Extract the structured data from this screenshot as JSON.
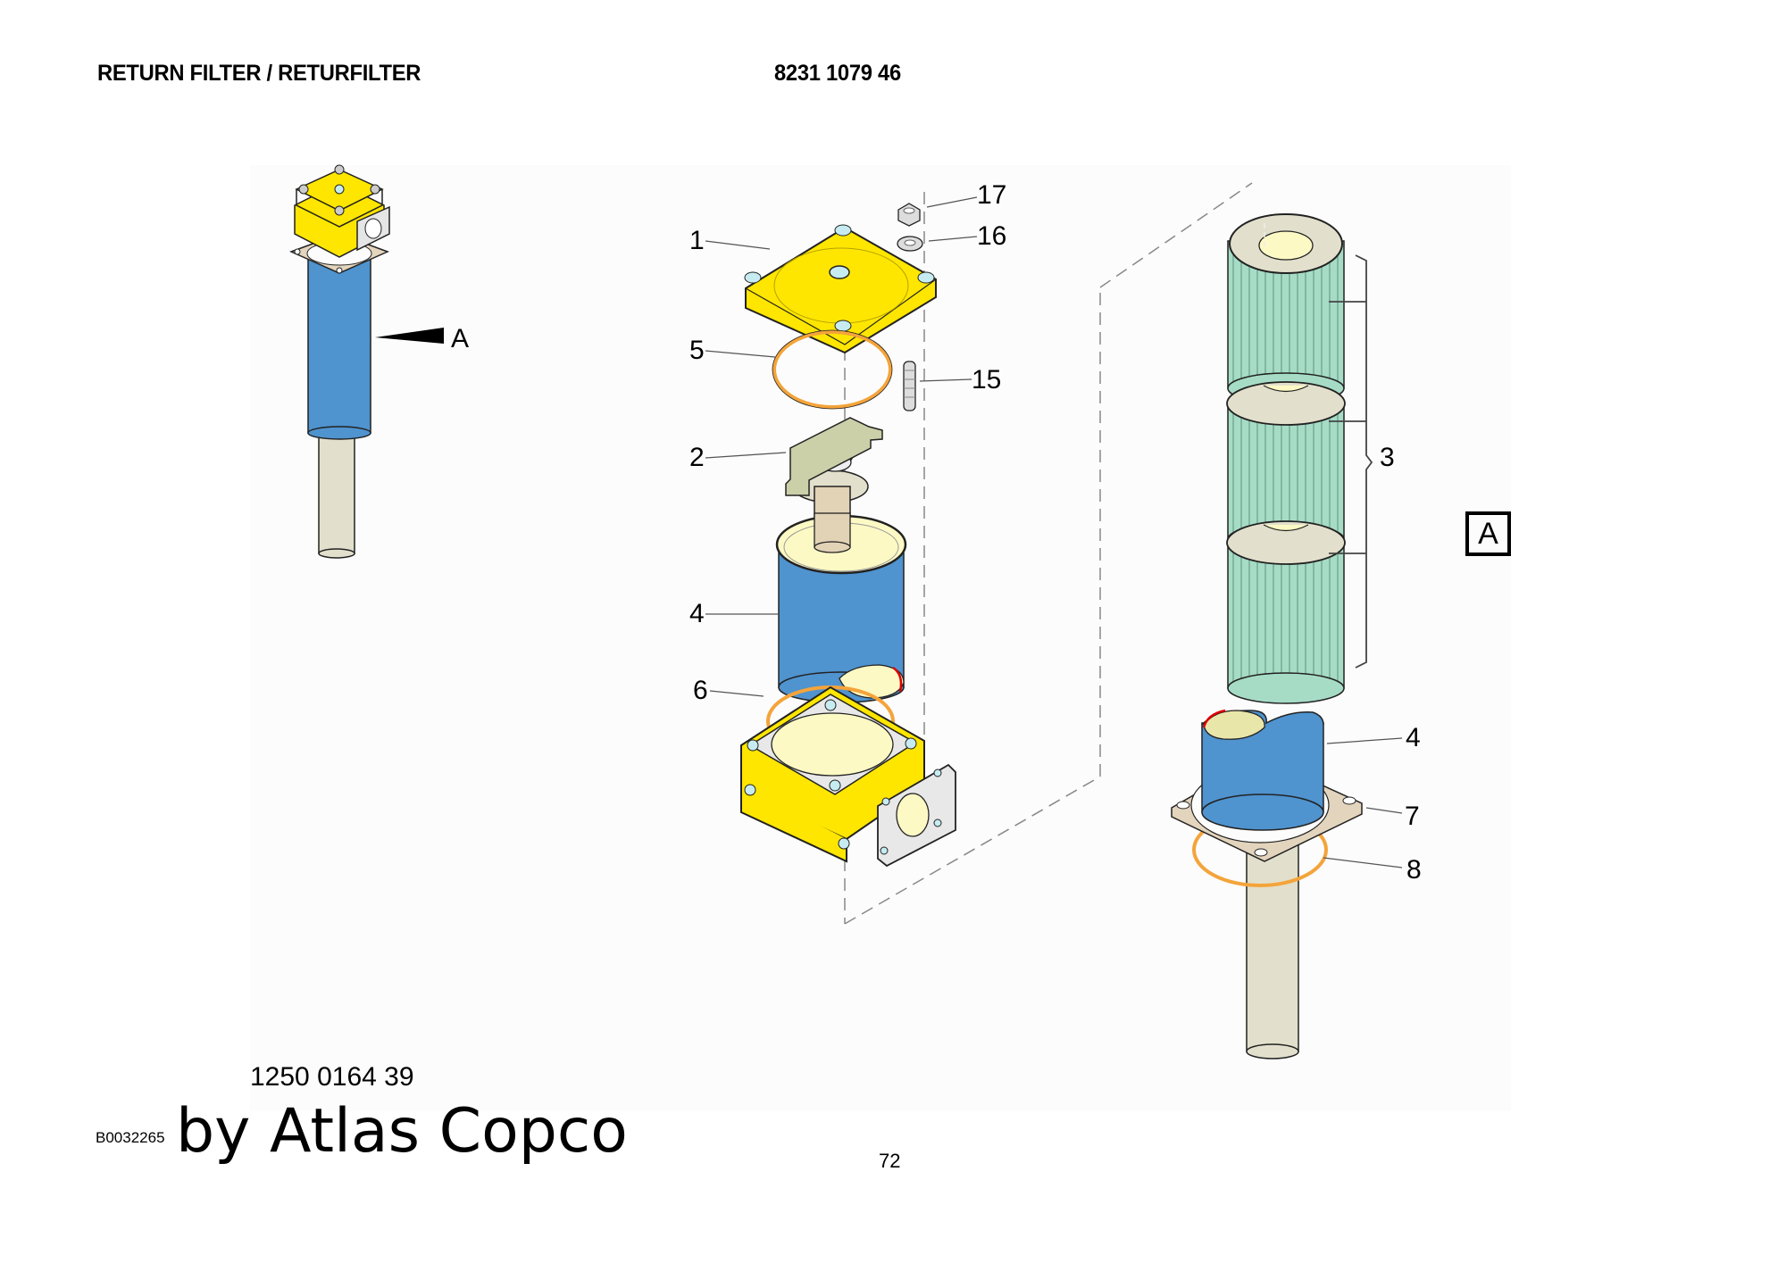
{
  "header": {
    "title": "RETURN FILTER / RETURFILTER",
    "part_number": "8231 1079 46"
  },
  "overview": {
    "view_marker": "A"
  },
  "callouts": {
    "cover": "1",
    "o_ring_cover": "5",
    "bypass_bracket": "2",
    "bowl_left": "4",
    "o_ring_housing": "6",
    "nut": "17",
    "washer": "16",
    "stud": "15",
    "filter_elements": "3",
    "bowl_right": "4",
    "gasket": "7",
    "o_ring_tube": "8"
  },
  "detail_view": {
    "label": "A"
  },
  "footer": {
    "assembly_code": "1250 0164 39",
    "drawing_id": "B0032265",
    "brand": "by Atlas Copco",
    "page_number": "72"
  },
  "colors": {
    "housing_yellow": "#ffe600",
    "bowl_blue": "#4f93cf",
    "filter_green": "#a6dcc6",
    "tube_beige": "#e2e0cc",
    "bracket_olive": "#ccd0a8",
    "o_ring_orange": "#f4a43a",
    "gasket_tan": "#e3d4bd",
    "hole_cyan": "#c6ecf2",
    "interior_cream": "#fdf9c4"
  }
}
